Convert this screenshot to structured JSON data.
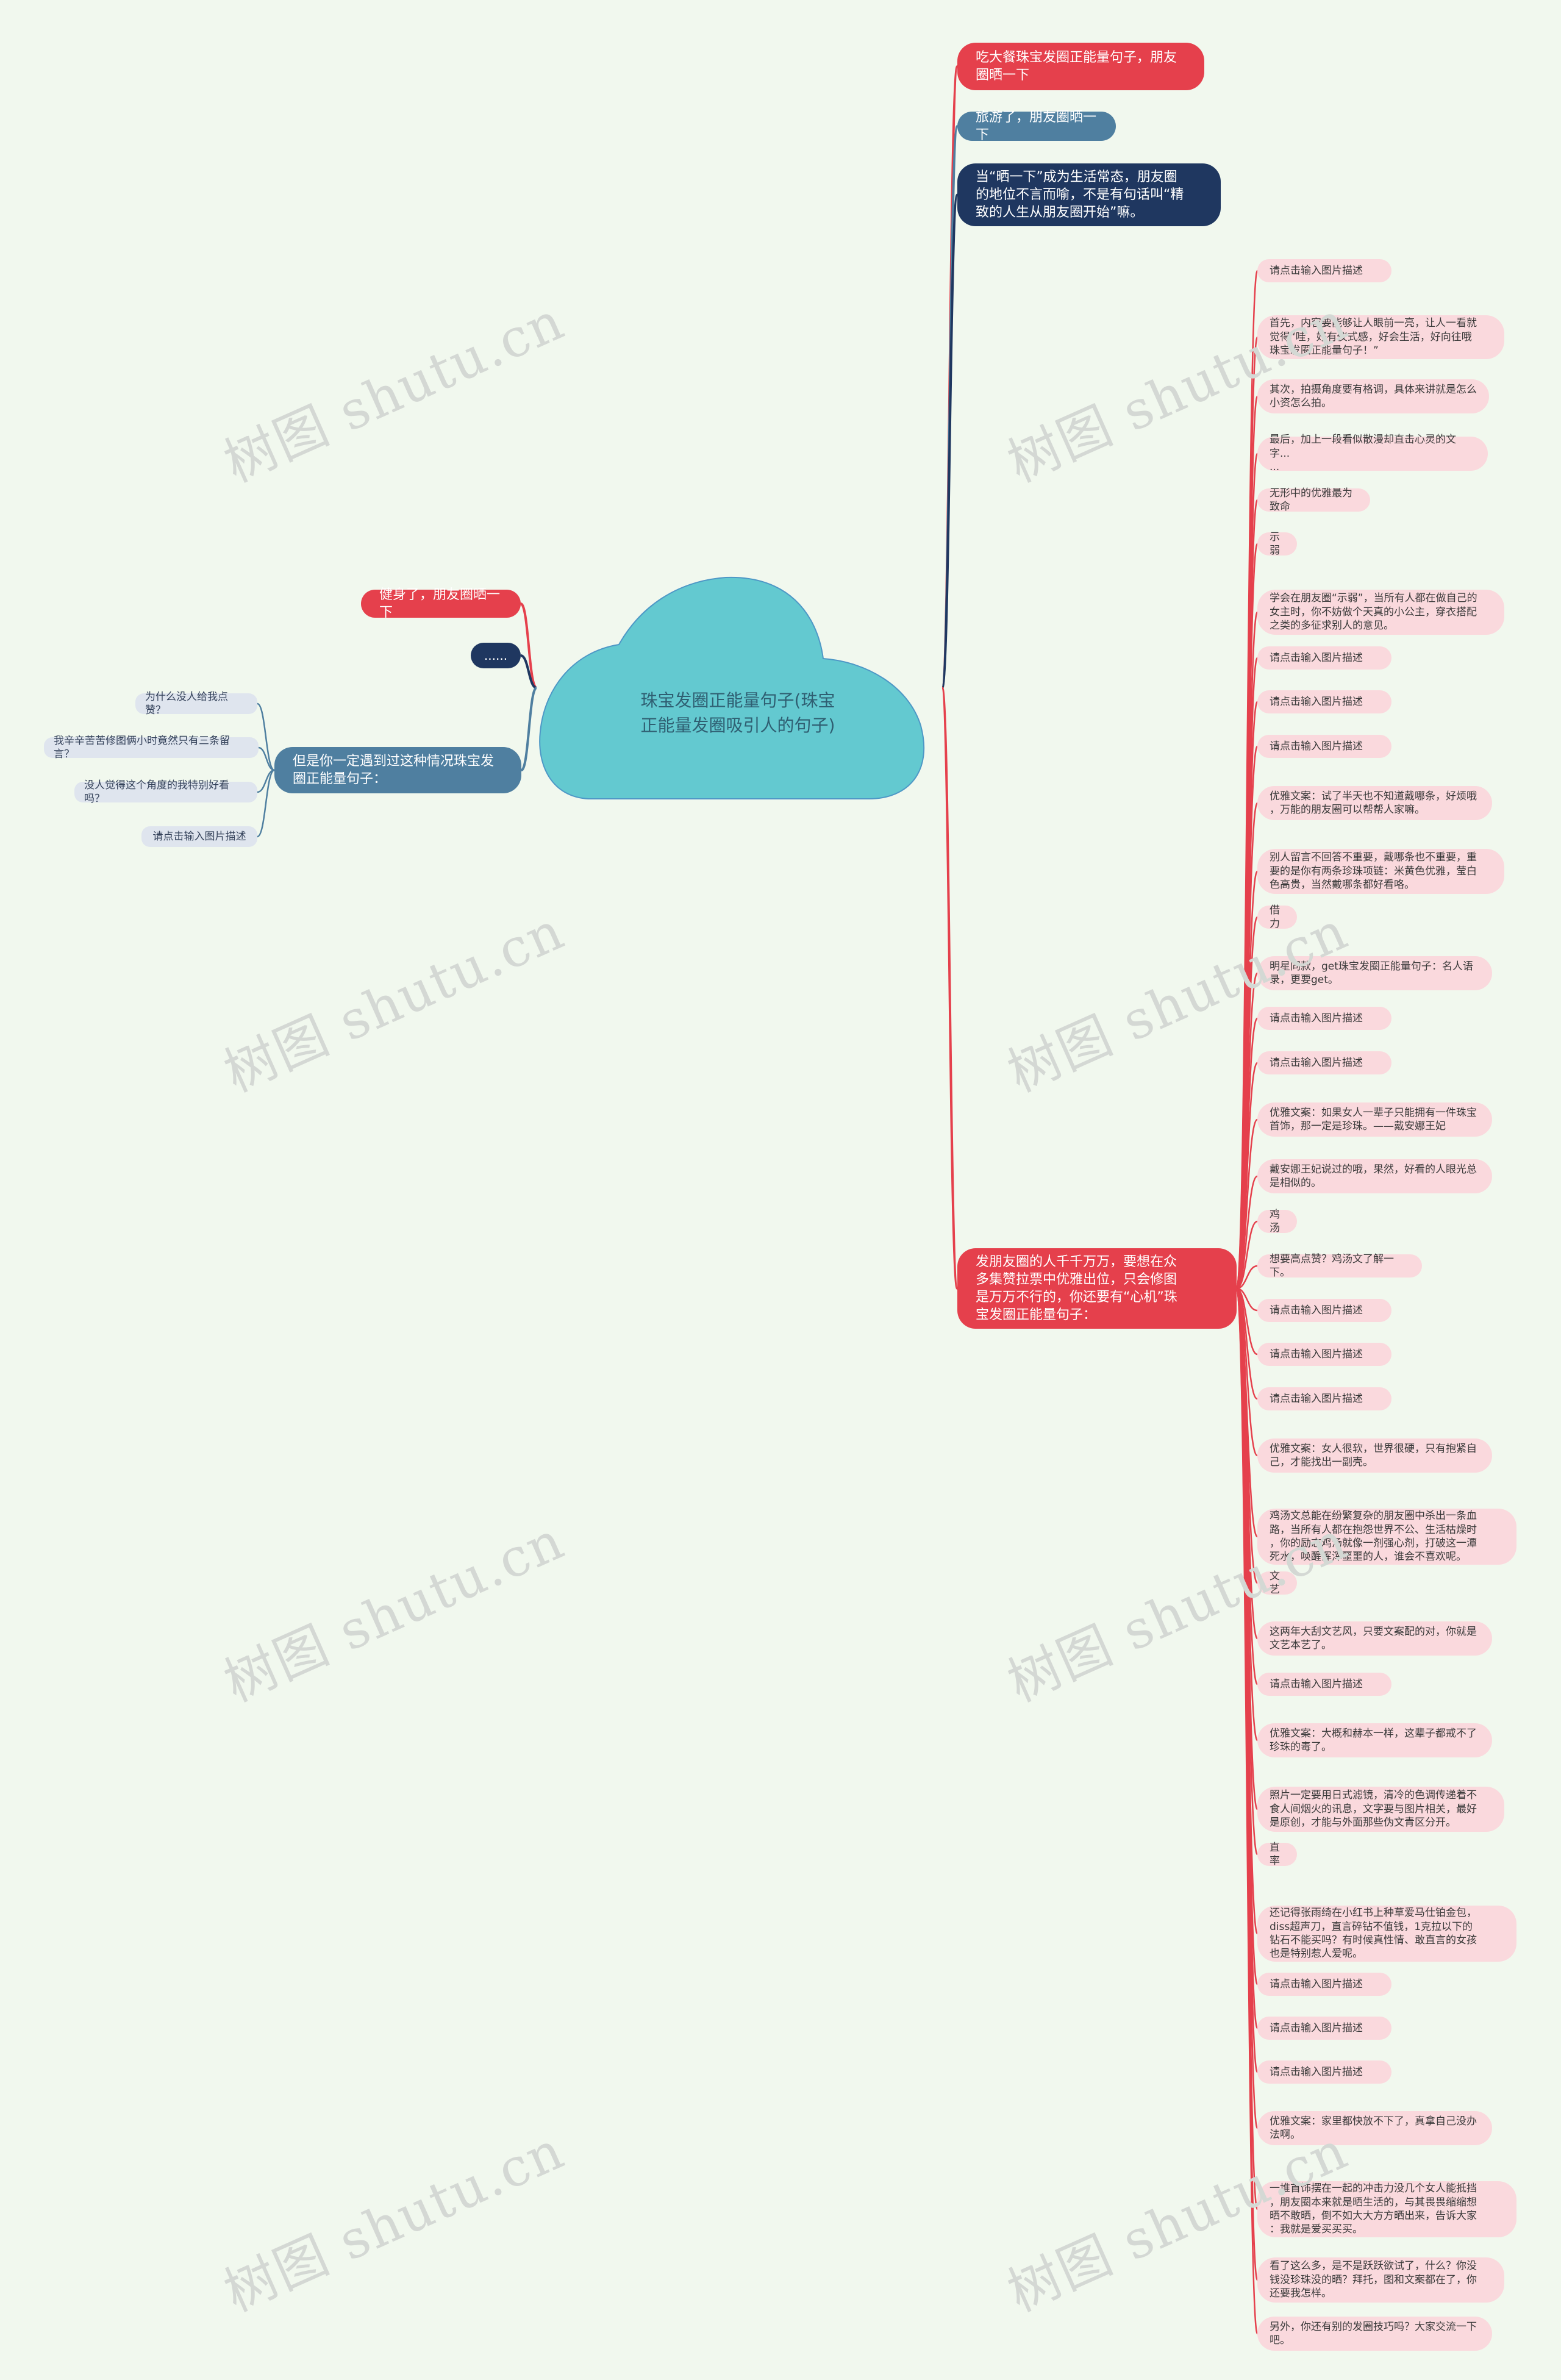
{
  "root": {
    "text": "珠宝发圈正能量句子(珠宝\n正能量发圈吸引人的句子)"
  },
  "watermark": "树图 shutu.cn",
  "colors": {
    "bg": "#f1f8ee",
    "cloud": "#63c9d0",
    "red": "#e5404c",
    "blue": "#4f7fa0",
    "navy": "#1f3760",
    "leaf": "#fad9dd",
    "leftleaf": "#dfe5ee"
  },
  "right_top": [
    {
      "text": "吃大餐珠宝发圈正能量句子，朋友\n圈晒一下",
      "color": "red"
    },
    {
      "text": "旅游了，朋友圈晒一下",
      "color": "blue"
    },
    {
      "text": "当“晒一下”成为生活常态，朋友圈\n的地位不言而喻，不是有句话叫“精\n致的人生从朋友圈开始”嘛。",
      "color": "navy"
    }
  ],
  "main_branch": {
    "text": "发朋友圈的人千千万万，要想在众\n多集赞拉票中优雅出位，只会修图\n是万万不行的，你还要有“心机”珠\n宝发圈正能量句子："
  },
  "right_leaves": [
    "请点击输入图片描述",
    "首先，内容要能够让人眼前一亮，让人一看就\n觉得“哇，好有仪式感，好会生活，好向往哦\n珠宝发圈正能量句子！”",
    "其次，拍摄角度要有格调，具体来讲就是怎么\n小资怎么拍。",
    "最后，加上一段看似散漫却直击心灵的文字...\n...",
    "无形中的优雅最为致命",
    "示弱",
    "学会在朋友圈“示弱”，当所有人都在做自己的\n女主时，你不妨做个天真的小公主，穿衣搭配\n之类的多征求别人的意见。",
    "请点击输入图片描述",
    "请点击输入图片描述",
    "请点击输入图片描述",
    "优雅文案：试了半天也不知道戴哪条，好烦哦\n，万能的朋友圈可以帮帮人家嘛。",
    "别人留言不回答不重要，戴哪条也不重要，重\n要的是你有两条珍珠项链：米黄色优雅，莹白\n色高贵，当然戴哪条都好看咯。",
    "借力",
    "明星同款，get珠宝发圈正能量句子：名人语\n录，更要get。",
    "请点击输入图片描述",
    "请点击输入图片描述",
    "优雅文案：如果女人一辈子只能拥有一件珠宝\n首饰，那一定是珍珠。——戴安娜王妃",
    "戴安娜王妃说过的哦，果然，好看的人眼光总\n是相似的。",
    "鸡汤",
    "想要高点赞？鸡汤文了解一下。",
    "请点击输入图片描述",
    "请点击输入图片描述",
    "请点击输入图片描述",
    "优雅文案：女人很软，世界很硬，只有抱紧自\n己，才能找出一副壳。",
    "鸡汤文总能在纷繁复杂的朋友圈中杀出一条血\n路，当所有人都在抱怨世界不公、生活枯燥时\n，你的励志鸡汤就像一剂强心剂，打破这一潭\n死水，唤醒浑浑噩噩的人，谁会不喜欢呢。",
    "文艺",
    "这两年大刮文艺风，只要文案配的对，你就是\n文艺本艺了。",
    "请点击输入图片描述",
    "优雅文案：大概和赫本一样，这辈子都戒不了\n珍珠的毒了。",
    "照片一定要用日式滤镜，清冷的色调传递着不\n食人间烟火的讯息，文字要与图片相关，最好\n是原创，才能与外面那些伪文青区分开。",
    "直率",
    "还记得张雨绮在小红书上种草爱马仕铂金包，\ndiss超声刀，直言碎钻不值钱，1克拉以下的\n钻石不能买吗？有时候真性情、敢直言的女孩\n也是特别惹人爱呢。",
    "请点击输入图片描述",
    "请点击输入图片描述",
    "请点击输入图片描述",
    "优雅文案：家里都快放不下了，真拿自己没办\n法啊。",
    "一堆首饰摆在一起的冲击力没几个女人能抵挡\n，朋友圈本来就是晒生活的，与其畏畏缩缩想\n晒不敢晒，倒不如大大方方晒出来，告诉大家\n：我就是爱买买买。",
    "看了这么多，是不是跃跃欲试了，什么？你没\n钱没珍珠没的晒？拜托，图和文案都在了，你\n还要我怎样。",
    "另外，你还有别的发圈技巧吗？大家交流一下\n吧。"
  ],
  "left_nodes": [
    {
      "text": "健身了，朋友圈晒一下",
      "color": "red"
    },
    {
      "text": "......",
      "color": "navy"
    },
    {
      "text": "但是你一定遇到过这种情况珠宝发\n圈正能量句子：",
      "color": "blue"
    }
  ],
  "left_leaves": [
    "为什么没人给我点赞？",
    "我辛辛苦苦修图俩小时竟然只有三条留言？",
    "没人觉得这个角度的我特别好看吗？",
    "请点击输入图片描述"
  ]
}
